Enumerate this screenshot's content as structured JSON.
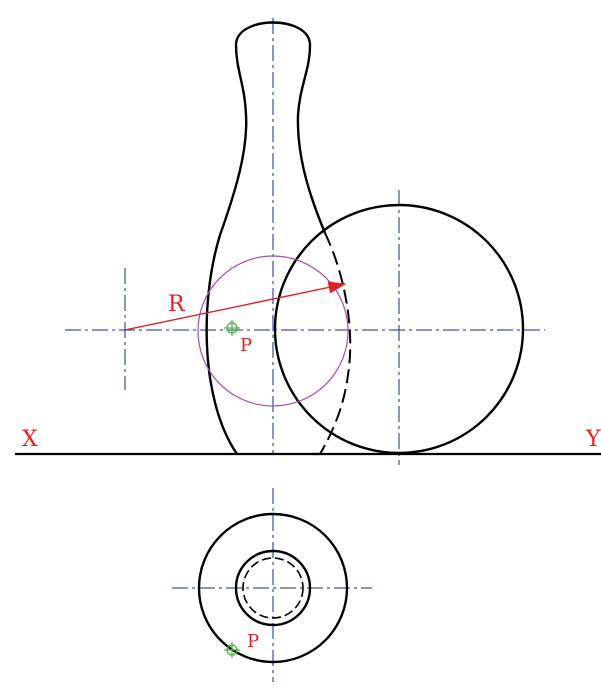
{
  "labels": {
    "x_axis": "X",
    "y_axis": "Y",
    "radius": "R",
    "point_front": "P",
    "point_top": "P"
  },
  "colors": {
    "outline": "#000000",
    "centerline": "#1a2a8a",
    "annotation": "#e02020",
    "construction_circle": "#a050b0",
    "point_marker": "#40b040"
  }
}
